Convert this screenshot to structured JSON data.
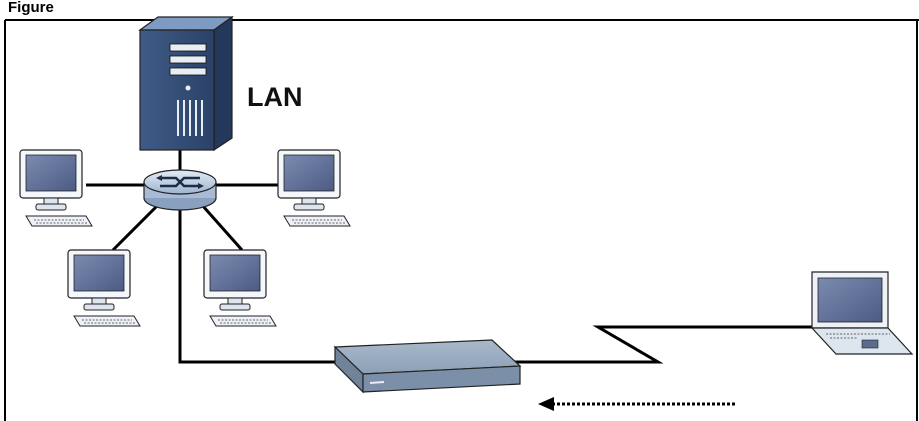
{
  "figure": {
    "caption_visible_fragment": "Figure",
    "caption_hidden_note": ""
  },
  "diagram": {
    "lan_label": "LAN",
    "nodes": [
      {
        "id": "server",
        "icon": "server-tower-icon"
      },
      {
        "id": "hub",
        "icon": "network-hub-icon"
      },
      {
        "id": "pc-top-left",
        "icon": "desktop-computer-icon"
      },
      {
        "id": "pc-top-right",
        "icon": "desktop-computer-icon"
      },
      {
        "id": "pc-bottom-left",
        "icon": "desktop-computer-icon"
      },
      {
        "id": "pc-bottom-mid",
        "icon": "desktop-computer-icon"
      },
      {
        "id": "gateway",
        "icon": "router-appliance-icon"
      },
      {
        "id": "laptop",
        "icon": "laptop-computer-icon"
      }
    ],
    "arrow": {
      "direction": "left",
      "style": "dotted"
    }
  },
  "colors": {
    "border": "#000000",
    "line": "#000000",
    "screen": "#5a6b8c",
    "device_body": "#dfe8f2",
    "gateway": "#7f95ad"
  }
}
